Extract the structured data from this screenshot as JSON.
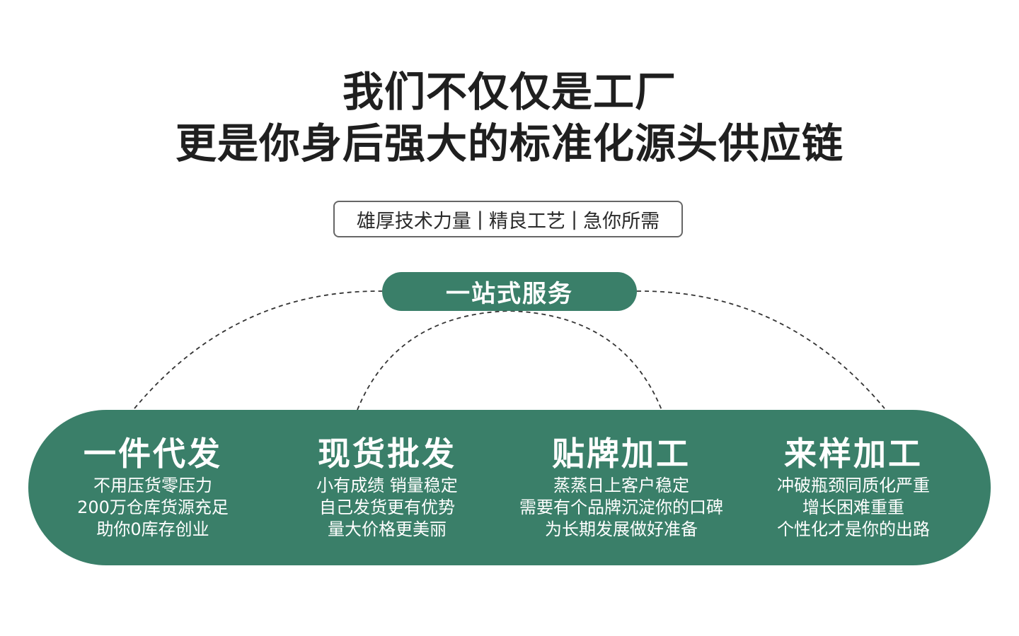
{
  "headline": {
    "line1": "我们不仅仅是工厂",
    "line2": "更是你身后强大的标准化源头供应链"
  },
  "tagline": {
    "parts": [
      "雄厚技术力量",
      "精良工艺",
      "急你所需"
    ],
    "separator": "|"
  },
  "hub": {
    "label": "一站式服务"
  },
  "colors": {
    "accent": "#3a7f69",
    "text": "#1f1f1f",
    "border": "#666666"
  },
  "services": [
    {
      "title": "一件代发",
      "lines": [
        "不用压货零压力",
        "200万仓库货源充足",
        "助你0库存创业"
      ]
    },
    {
      "title": "现货批发",
      "lines": [
        "小有成绩 销量稳定",
        "自己发货更有优势",
        "量大价格更美丽"
      ]
    },
    {
      "title": "贴牌加工",
      "lines": [
        "蒸蒸日上客户稳定",
        "需要有个品牌沉淀你的口碑",
        "为长期发展做好准备"
      ]
    },
    {
      "title": "来样加工",
      "lines": [
        "冲破瓶颈同质化严重",
        "增长困难重重",
        "个性化才是你的出路"
      ]
    }
  ]
}
